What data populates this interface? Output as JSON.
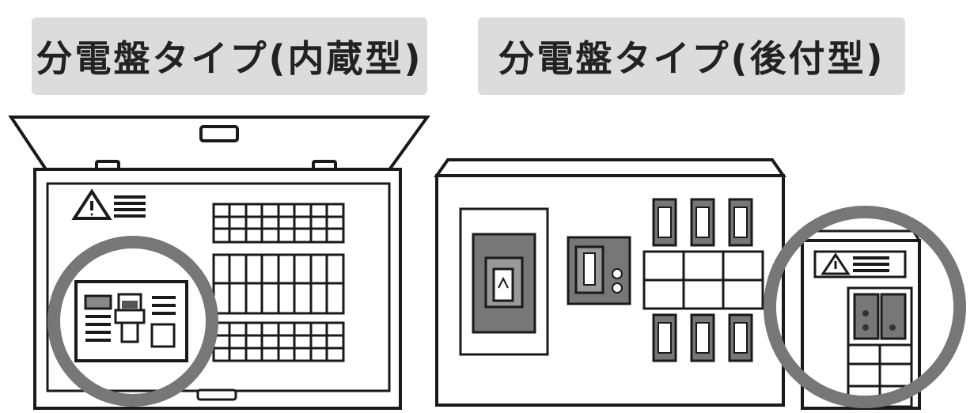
{
  "labels": {
    "built_in": "分電盤タイプ(内蔵型)",
    "retrofit": "分電盤タイプ(後付型)"
  },
  "icons": {
    "warning": "warning-triangle-icon",
    "highlight": "highlight-circle"
  },
  "colors": {
    "label_bg": "#dcdcdc",
    "label_text": "#222222",
    "outline": "#1a1a1a",
    "highlight_ring": "#777777",
    "panel_gray": "#7a7a7a"
  }
}
